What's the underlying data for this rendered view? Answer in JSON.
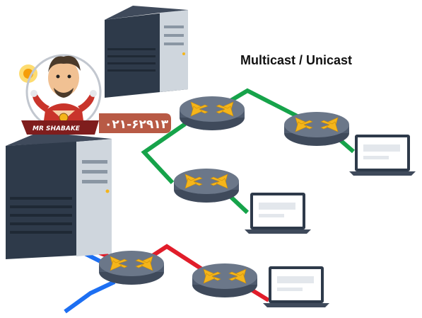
{
  "title": "Multicast / Unicast",
  "phone": "۰۲۱-۶۲۹۱۳",
  "logo_text": "MR SHABAKE",
  "colors": {
    "multicast_line": "#16a34a",
    "unicast_red": "#e11d2a",
    "unicast_blue": "#1d6ff2",
    "router_body": "#4f5b6e",
    "router_top": "#6b7789",
    "router_arrow": "#f5b51a",
    "server_dark": "#2e3a4a",
    "server_light": "#cfd6dd",
    "phone_bg": "#b85a45"
  },
  "icons": {
    "router": "router-icon",
    "server": "server-icon",
    "laptop": "laptop-icon",
    "mascot": "mascot-logo"
  }
}
